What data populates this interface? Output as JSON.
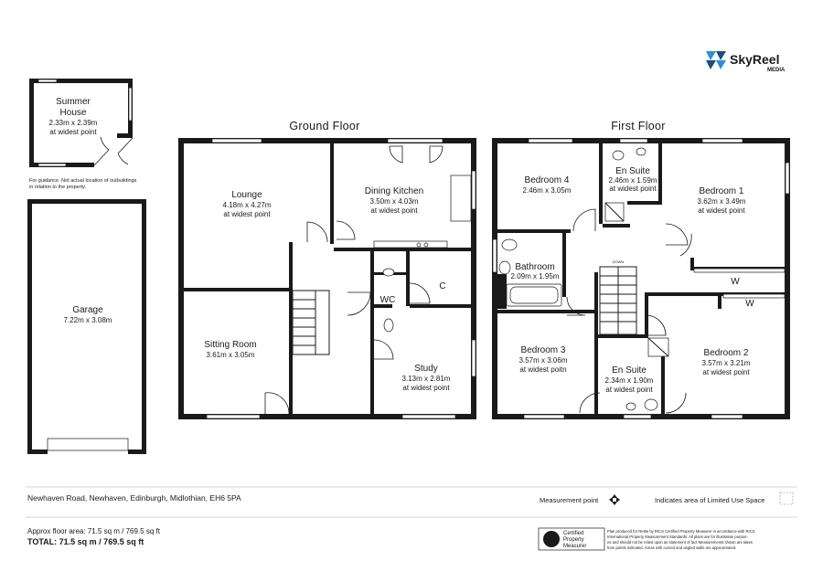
{
  "brand": {
    "name": "SkyReel",
    "sub": "MEDIA",
    "color": "#2f8fd6"
  },
  "floors": {
    "ground": "Ground Floor",
    "first": "First Floor"
  },
  "rooms": {
    "summer_house": {
      "name_1": "Summer",
      "name_2": "House",
      "dim": "2.33m x 2.39m",
      "note": "at widest point"
    },
    "outbuildings_note_1": "For guidance. Not actual location of outbuildings",
    "outbuildings_note_2": "in relation to the property.",
    "garage": {
      "name": "Garage",
      "dim": "7.22m x 3.08m"
    },
    "lounge": {
      "name": "Lounge",
      "dim": "4.18m x 4.27m",
      "note": "at widest point"
    },
    "dining_kitchen": {
      "name": "Dining Kitchen",
      "dim": "3.50m x 4.03m",
      "note": "at widest point"
    },
    "wc": {
      "name": "WC"
    },
    "cupboard": {
      "name": "C"
    },
    "sitting_room": {
      "name": "Sitting Room",
      "dim": "3.61m x 3.05m"
    },
    "study": {
      "name": "Study",
      "dim": "3.13m x 2.81m",
      "note": "at widest point"
    },
    "bedroom4": {
      "name": "Bedroom 4",
      "dim": "2.46m x 3.05m"
    },
    "en_suite_1": {
      "name": "En Suite",
      "dim": "2.46m x 1.59m",
      "note": "at widest point"
    },
    "bedroom1": {
      "name": "Bedroom 1",
      "dim": "3.62m x 3.49m",
      "note": "at widest point"
    },
    "bathroom": {
      "name": "Bathroom",
      "dim": "2.09m x 1.95m"
    },
    "wardrobe_1": {
      "name": "W"
    },
    "wardrobe_2": {
      "name": "W"
    },
    "bedroom3": {
      "name": "Bedroom 3",
      "dim": "3.57m x 3.06m",
      "note": "at widest poitn"
    },
    "bedroom2": {
      "name": "Bedroom 2",
      "dim": "3.57m x 3.21m",
      "note": "at widest point"
    },
    "en_suite_2": {
      "name": "En Suite",
      "dim": "2.34m x 1.90m",
      "note": "at widest point"
    },
    "stairs_label": "DOWN"
  },
  "footer": {
    "address": "Newhaven Road, Newhaven, Edinburgh, Midlothian, EH6 5PA",
    "measurement_point": "Measurement point",
    "limited_space": "Indicates area of  Limited Use Space",
    "approx_area": "Approx floor area: 71.5 sq m / 769.5 sq ft",
    "total_area": "TOTAL: 71.5 sq m / 769.5 sq ft",
    "rics_badge": "RICS",
    "certified_1": "Certified",
    "certified_2": "Property",
    "certified_3": "Measurer",
    "disclaimer_1": "Plan produced for Rettie by RICS Certified Property Measurer in accordance with RICS",
    "disclaimer_2": "International Property Measurement Standards.  All plans are for illustration purpos-",
    "disclaimer_3": "es and should not be relied upon as statement of fact Measurements shown are taken",
    "disclaimer_4": "from points indicated. Areas with curved and angled walls are approximated."
  }
}
